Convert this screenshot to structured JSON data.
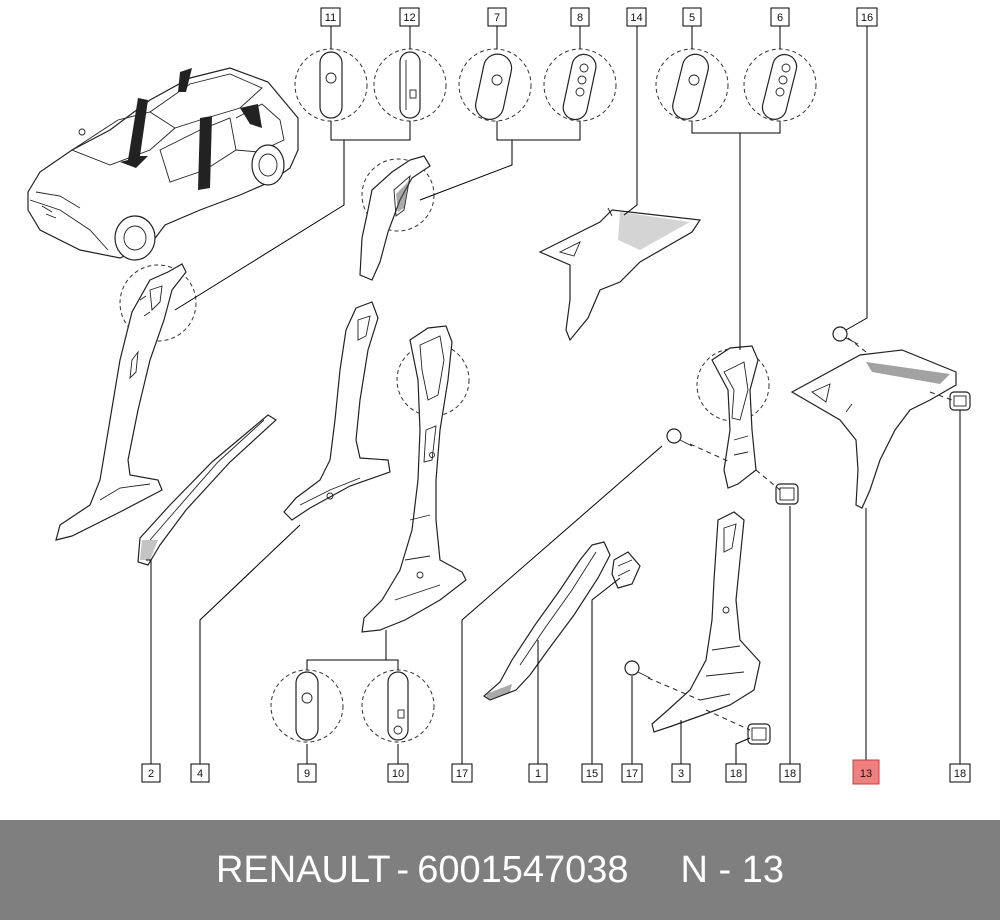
{
  "footer": {
    "brand": "RENAULT",
    "separator": "-",
    "part_number": "6001547038",
    "sheet": "N - 13"
  },
  "callouts": {
    "c1": "1",
    "c2": "2",
    "c3": "3",
    "c4": "4",
    "c5": "5",
    "c6": "6",
    "c7": "7",
    "c8": "8",
    "c9": "9",
    "c10": "10",
    "c11": "11",
    "c12": "12",
    "c13": "13",
    "c14": "14",
    "c15": "15",
    "c16": "16",
    "c17": "17",
    "c18": "18"
  },
  "highlight_color": "#f08080"
}
